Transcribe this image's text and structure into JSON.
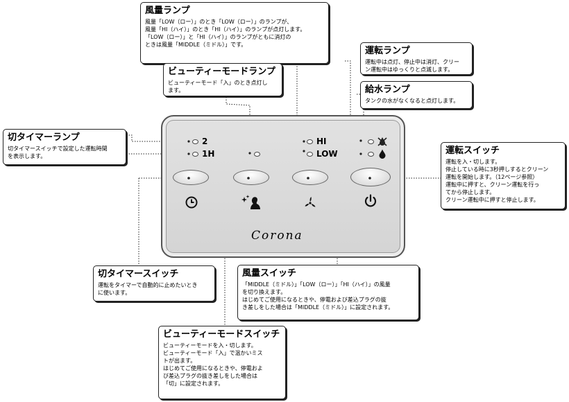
{
  "callouts": {
    "fuuryou_lamp": {
      "title": "風量ランプ",
      "desc": "風量「LOW（ロー）」のとき「LOW（ロー）」のランプが、\n風量「HI（ハイ）」のとき「HI（ハイ）」のランプが点灯します。\n「LOW（ロー）」と「HI（ハイ）」のランプがともに消灯の\nときは風量「MIDDLE（ミドル）」です。"
    },
    "unten_lamp": {
      "title": "運転ランプ",
      "desc": "運転中は点灯、停止中は消灯、クリー\nン運転中はゆっくりと点滅します。"
    },
    "beauty_lamp": {
      "title": "ビューティーモードランプ",
      "desc": "ビューティーモード「入」のとき点灯し\nます。"
    },
    "kyusui_lamp": {
      "title": "給水ランプ",
      "desc": "タンクの水がなくなると点灯します。"
    },
    "kiri_timer_lamp": {
      "title": "切タイマーランプ",
      "desc": "切タイマースイッチで設定した運転時間\nを表示します。"
    },
    "unten_switch": {
      "title": "運転スイッチ",
      "desc": "運転を入・切します。\n停止している時に3秒押しするとクリーン\n運転を開始します。（12ページ参照）\n運転中に押すと、クリーン運転を行っ\nてから停止します。\nクリーン運転中に押すと停止します。"
    },
    "kiri_timer_switch": {
      "title": "切タイマースイッチ",
      "desc": "運転をタイマーで自動的に止めたいとき\nに使います。"
    },
    "fuuryou_switch": {
      "title": "風量スイッチ",
      "desc": "「MIDDLE（ミドル）」「LOW（ロー）」「HI（ハイ）」の風量\nを切り換えます。\nはじめてご使用になるときや、停電および差込プラグの抜\nき差しをした場合は「MIDDLE（ミドル）」に設定されます。"
    },
    "beauty_switch": {
      "title": "ビューティーモードスイッチ",
      "desc": "ビューティーモードを入・切します。\nビューティーモード「入」で温かいミス\nトが出ます。\nはじめてご使用になるときや、停電およ\nび差込プラグの抜き差しをした場合は\n「切」に設定されます。"
    }
  },
  "panel": {
    "timer_labels": [
      "2",
      "1H"
    ],
    "fan_labels": [
      "HI",
      "LOW"
    ],
    "brand": "Corona"
  },
  "icons": {
    "timer": "clock-icon",
    "beauty": "sparkle-person-icon",
    "fan": "fan-icon",
    "power": "power-icon",
    "no_water": "no-water-icon",
    "water": "water-drop-icon"
  }
}
